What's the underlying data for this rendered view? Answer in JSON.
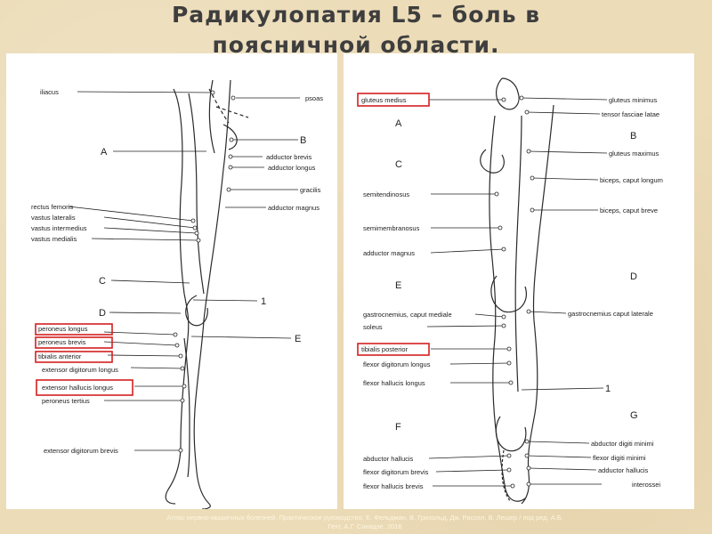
{
  "title": {
    "line1": "Радикулопатия L5 – боль в",
    "line2": "поясничной области."
  },
  "caption": {
    "line1": "Атлас нервно-мышечных болезней. Практическое руководство. Е. Фельдман, В. Гризольд, Дж. Рассел, В. Лешер / под ред. А.Б.",
    "line2": "Гехт, А.Г. Санадзе. 2016"
  },
  "left_figure": {
    "left_labels": {
      "iliacus": "iliacus",
      "rectus_femoris": "rectus femoris",
      "vastus_lateralis": "vastus lateralis",
      "vastus_intermedius": "vastus intermedius",
      "vastus_medialis": "vastus medialis",
      "peroneus_longus": "peroneus longus",
      "peroneus_brevis": "peroneus brevis",
      "tibialis_anterior": "tibialis anterior",
      "extensor_digitorum_longus": "extensor digitorum longus",
      "extensor_hallucis_longus": "extensor hallucis longus",
      "peroneus_tertius": "peroneus tertius",
      "extensor_digitorum_brevis": "extensor digitorum brevis"
    },
    "right_labels": {
      "psoas": "psoas",
      "adductor_brevis": "adductor brevis",
      "adductor_longus": "adductor longus",
      "gracilis": "gracilis",
      "adductor_magnus": "adductor magnus"
    },
    "letters": {
      "a": "A",
      "b": "B",
      "c": "C",
      "d": "D",
      "e": "E",
      "one": "1"
    }
  },
  "right_figure": {
    "left_labels": {
      "gluteus_medius": "gluteus medius",
      "semitendinosus": "semitendinosus",
      "semimembranosus": "semimembranosus",
      "adductor_magnus": "adductor magnus",
      "gastrocnemius_caput_mediale": "gastrocnemius, caput mediale",
      "soleus": "soleus",
      "tibialis_posterior": "tibialis posterior",
      "flexor_digitorum_longus": "flexor digitorum longus",
      "flexor_hallucis_longus": "flexor hallucis longus",
      "abductor_hallucis": "abductor hallucis",
      "flexor_digitorum_brevis": "flexor digitorum brevis",
      "flexor_hallucis_brevis": "flexor hallucis brevis"
    },
    "right_labels": {
      "gluteus_minimus": "gluteus minimus",
      "tensor_fasciae_latae": "tensor fasciae latae",
      "gluteus_maximus": "gluteus maximus",
      "biceps_caput_longum": "biceps, caput longum",
      "biceps_caput_breve": "biceps, caput breve",
      "gastrocnemius_caput_laterale": "gastrocnemius  caput laterale",
      "abductor_digiti_minimi": "abductor digiti minimi",
      "flexor_digiti_minimi": "flexor digiti minimi",
      "adductor_hallucis": "adductor hallucis",
      "interossei": "interossei"
    },
    "letters": {
      "a": "A",
      "b": "B",
      "c": "C",
      "d": "D",
      "e": "E",
      "f": "F",
      "g": "G",
      "one": "1"
    }
  },
  "colors": {
    "background": "#ecdcb8",
    "panel": "#ffffff",
    "highlight": "#d32020",
    "title": "#3e3e3e"
  }
}
